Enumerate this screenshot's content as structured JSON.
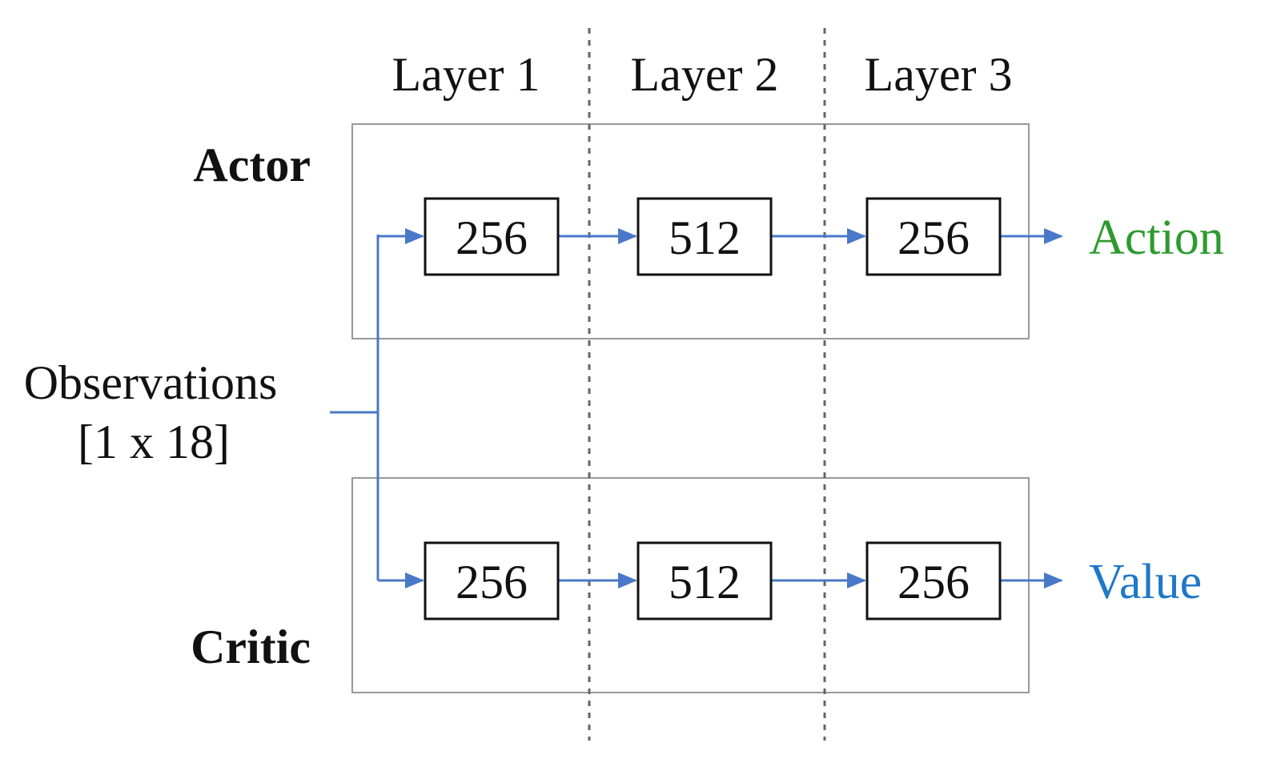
{
  "layers": [
    "Layer 1",
    "Layer 2",
    "Layer 3"
  ],
  "actor": {
    "label": "Actor",
    "units": [
      "256",
      "512",
      "256"
    ],
    "output": "Action",
    "output_color": "#2e9a2e"
  },
  "critic": {
    "label": "Critic",
    "units": [
      "256",
      "512",
      "256"
    ],
    "output": "Value",
    "output_color": "#1f78c8"
  },
  "input": {
    "line1": "Observations",
    "line2": "[1 x 18]"
  },
  "colors": {
    "arrow": "#4a78c8",
    "box_border": "#999999",
    "unit_border": "#111111",
    "divider": "#666666"
  }
}
